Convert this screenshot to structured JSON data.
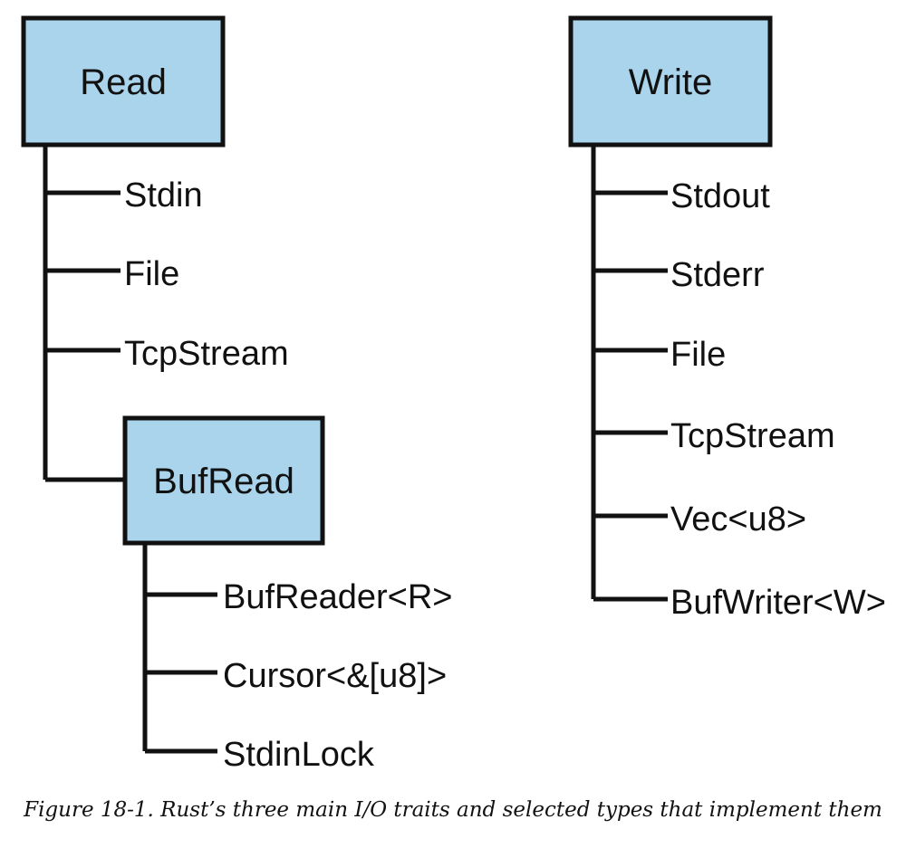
{
  "colors": {
    "box_fill": "#a9d4ec",
    "stroke": "#111111"
  },
  "read_tree": {
    "title": "Read",
    "types": [
      "Stdin",
      "File",
      "TcpStream"
    ],
    "bufread": {
      "title": "BufRead",
      "types": [
        "BufReader<R>",
        "Cursor<&[u8]>",
        "StdinLock"
      ]
    }
  },
  "write_tree": {
    "title": "Write",
    "types": [
      "Stdout",
      "Stderr",
      "File",
      "TcpStream",
      "Vec<u8>",
      "BufWriter<W>"
    ]
  },
  "caption": "Figure 18-1. Rust’s three main I/O traits and selected types that implement them"
}
